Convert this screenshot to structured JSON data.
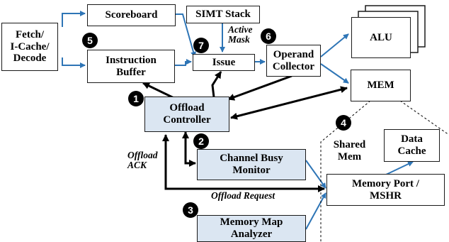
{
  "blocks": {
    "fetch": "Fetch/\nI-Cache/\nDecode",
    "scoreboard": "Scoreboard",
    "simt_stack": "SIMT Stack",
    "instruction_buffer": "Instruction\nBuffer",
    "issue": "Issue",
    "operand_collector": "Operand\nCollector",
    "alu": "ALU",
    "mem": "MEM",
    "offload_controller": "Offload\nController",
    "channel_busy_monitor": "Channel Busy\nMonitor",
    "memory_map_analyzer": "Memory Map\nAnalyzer",
    "shared_mem": "Shared\nMem",
    "data_cache": "Data\nCache",
    "memory_port": "Memory Port /\nMSHR"
  },
  "labels": {
    "active_mask": "Active\nMask",
    "offload_ack": "Offload\nACK",
    "offload_request": "Offload Request"
  },
  "badges": [
    "1",
    "2",
    "3",
    "4",
    "5",
    "6",
    "7"
  ],
  "colors": {
    "arrow_blue": "#2e75b6",
    "arrow_black": "#000000",
    "block_fill_highlight": "#dbe6f2"
  }
}
